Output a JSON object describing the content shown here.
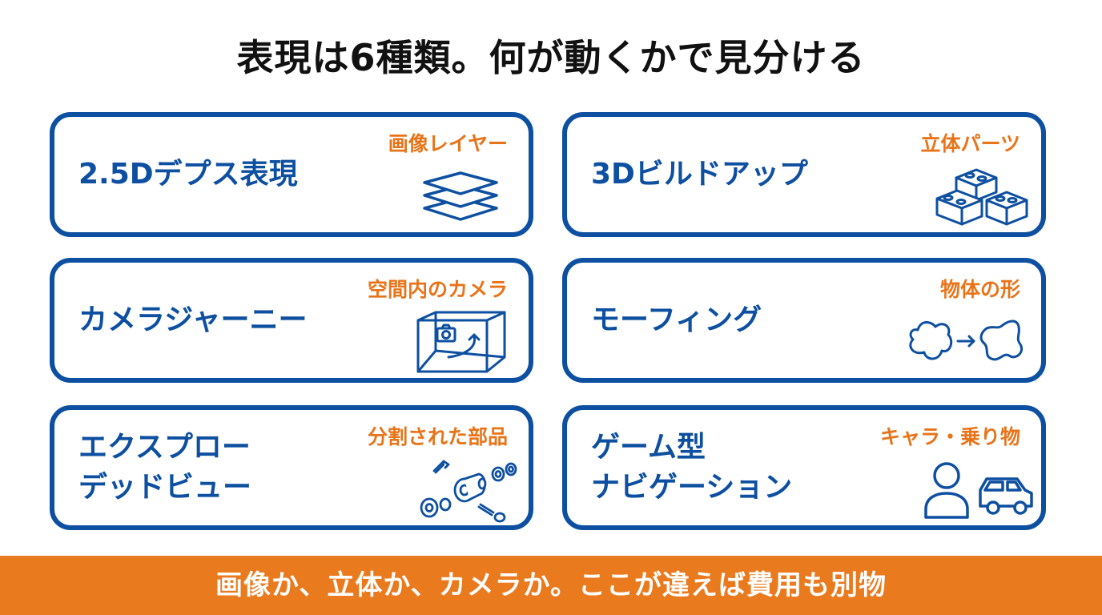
{
  "title": "表現は6種類。何が動くかで見分ける",
  "colors": {
    "primary": "#0d4fa0",
    "accent": "#e8741a",
    "banner": "#ea7a1e"
  },
  "cards": [
    {
      "title_lines": [
        "2.5Dデプス表現"
      ],
      "tag": "画像レイヤー",
      "icon": "layers-icon"
    },
    {
      "title_lines": [
        "3Dビルドアップ"
      ],
      "tag": "立体パーツ",
      "icon": "blocks-icon"
    },
    {
      "title_lines": [
        "カメラジャーニー"
      ],
      "tag": "空間内のカメラ",
      "icon": "camera-in-room-icon"
    },
    {
      "title_lines": [
        "モーフィング"
      ],
      "tag": "物体の形",
      "icon": "shape-morph-icon"
    },
    {
      "title_lines": [
        "エクスプロー",
        "デッドビュー"
      ],
      "tag": "分割された部品",
      "icon": "exploded-parts-icon"
    },
    {
      "title_lines": [
        "ゲーム型",
        "ナビゲーション"
      ],
      "tag": "キャラ・乗り物",
      "icon": "character-vehicle-icon"
    }
  ],
  "footer": "画像か、立体か、カメラか。ここが違えば費用も別物"
}
